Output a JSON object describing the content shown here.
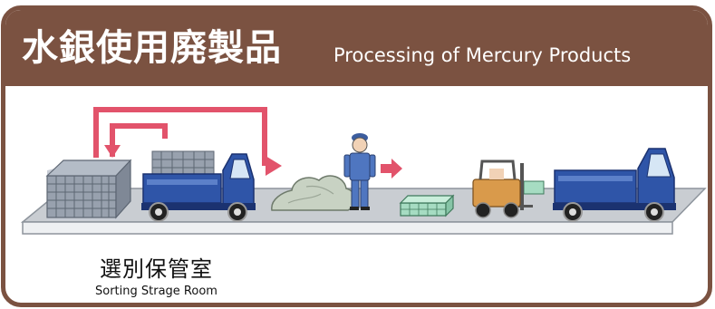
{
  "header": {
    "title_ja": "水銀使用廃製品",
    "title_en": "Processing of Mercury Products"
  },
  "room": {
    "name_ja": "選別保管室",
    "name_en": "Sorting Strage Room"
  },
  "colors": {
    "frame": "#7b5241",
    "arrow": "#e2536b",
    "truck_blue": "#2f55a8",
    "crate_grey": "#98a1ae",
    "conveyor": "#c9cdd2",
    "crushed_pile": "#c8d2c3",
    "green_block": "#a6dcc2",
    "forklift_orange": "#d99a4b"
  },
  "icons": [
    "sorting-loop-arrow-icon",
    "crate-stack-icon",
    "dump-truck-icon",
    "crushed-material-pile-icon",
    "worker-icon",
    "flow-arrow-icon",
    "processed-block-icon",
    "forklift-icon"
  ]
}
